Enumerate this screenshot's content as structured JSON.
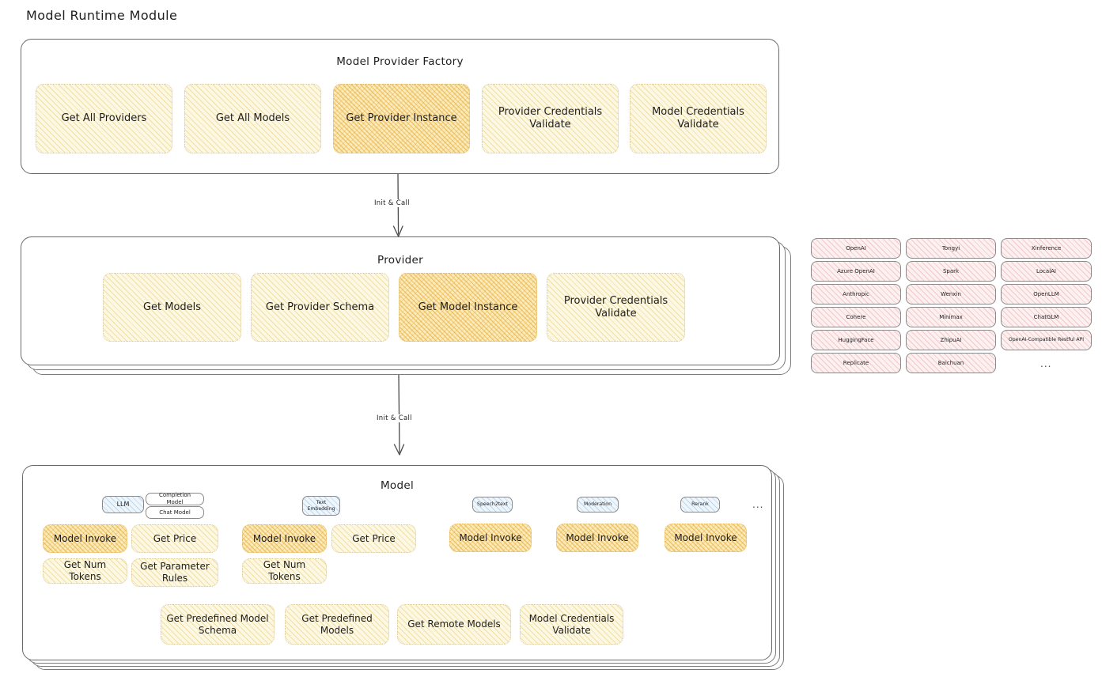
{
  "page": {
    "title": "Model Runtime Module"
  },
  "colors": {
    "highlight_fill": "#fbeaba",
    "node_fill": "#fdf8e3",
    "provider_chip_fill": "#fdf0f0",
    "model_badge_fill": "#eef5fb",
    "stroke": "#1e1e1e",
    "panel_border": "#6a6a6a"
  },
  "factory": {
    "title": "Model Provider Factory",
    "nodes": [
      {
        "label": "Get All Providers",
        "highlighted": false
      },
      {
        "label": "Get All Models",
        "highlighted": false
      },
      {
        "label": "Get Provider Instance",
        "highlighted": true
      },
      {
        "label": "Provider Credentials Validate",
        "highlighted": false
      },
      {
        "label": "Model Credentials Validate",
        "highlighted": false
      }
    ]
  },
  "arrows": [
    {
      "label": "Init & Call",
      "from": "Model Provider Factory",
      "to": "Provider"
    },
    {
      "label": "Init & Call",
      "from": "Provider",
      "to": "Model"
    }
  ],
  "provider": {
    "title": "Provider",
    "stacked_layers": 2,
    "nodes": [
      {
        "label": "Get Models",
        "highlighted": false
      },
      {
        "label": "Get Provider Schema",
        "highlighted": false
      },
      {
        "label": "Get Model Instance",
        "highlighted": true
      },
      {
        "label": "Provider Credentials Validate",
        "highlighted": false
      }
    ]
  },
  "provider_list": {
    "columns": [
      {
        "items": [
          "OpenAI",
          "Azure OpenAI",
          "Anthropic",
          "Cohere",
          "HuggingFace",
          "Replicate"
        ],
        "more": false
      },
      {
        "items": [
          "Tongyi",
          "Spark",
          "Wenxin",
          "Minimax",
          "ZhipuAI",
          "Baichuan"
        ],
        "more": false
      },
      {
        "items": [
          "Xinference",
          "LocalAI",
          "OpenLLM",
          "ChatGLM",
          "OpenAI-Compatible Restful API"
        ],
        "more": true,
        "more_label": "..."
      }
    ]
  },
  "model": {
    "title": "Model",
    "stacked_layers": 3,
    "more_label": "...",
    "types": [
      {
        "badge": "LLM",
        "badge_style": "blue",
        "sub_badges": [
          "Completion Model",
          "Chat Model"
        ],
        "nodes": [
          {
            "label": "Model Invoke",
            "highlighted": true
          },
          {
            "label": "Get Price",
            "highlighted": false
          },
          {
            "label": "Get Num Tokens",
            "highlighted": false
          },
          {
            "label": "Get Parameter Rules",
            "highlighted": false
          }
        ]
      },
      {
        "badge": "Text Embedding",
        "badge_style": "blue",
        "sub_badges": [],
        "nodes": [
          {
            "label": "Model Invoke",
            "highlighted": true
          },
          {
            "label": "Get Price",
            "highlighted": false
          },
          {
            "label": "Get Num Tokens",
            "highlighted": false
          }
        ]
      },
      {
        "badge": "Speech2text",
        "badge_style": "blue",
        "sub_badges": [],
        "nodes": [
          {
            "label": "Model Invoke",
            "highlighted": true
          }
        ]
      },
      {
        "badge": "Moderation",
        "badge_style": "blue",
        "sub_badges": [],
        "nodes": [
          {
            "label": "Model Invoke",
            "highlighted": true
          }
        ]
      },
      {
        "badge": "Rerank",
        "badge_style": "blue",
        "sub_badges": [],
        "nodes": [
          {
            "label": "Model Invoke",
            "highlighted": true
          }
        ]
      }
    ],
    "shared_nodes": [
      {
        "label": "Get Predefined Model Schema"
      },
      {
        "label": "Get Predefined Models"
      },
      {
        "label": "Get Remote Models"
      },
      {
        "label": "Model Credentials Validate"
      }
    ]
  }
}
